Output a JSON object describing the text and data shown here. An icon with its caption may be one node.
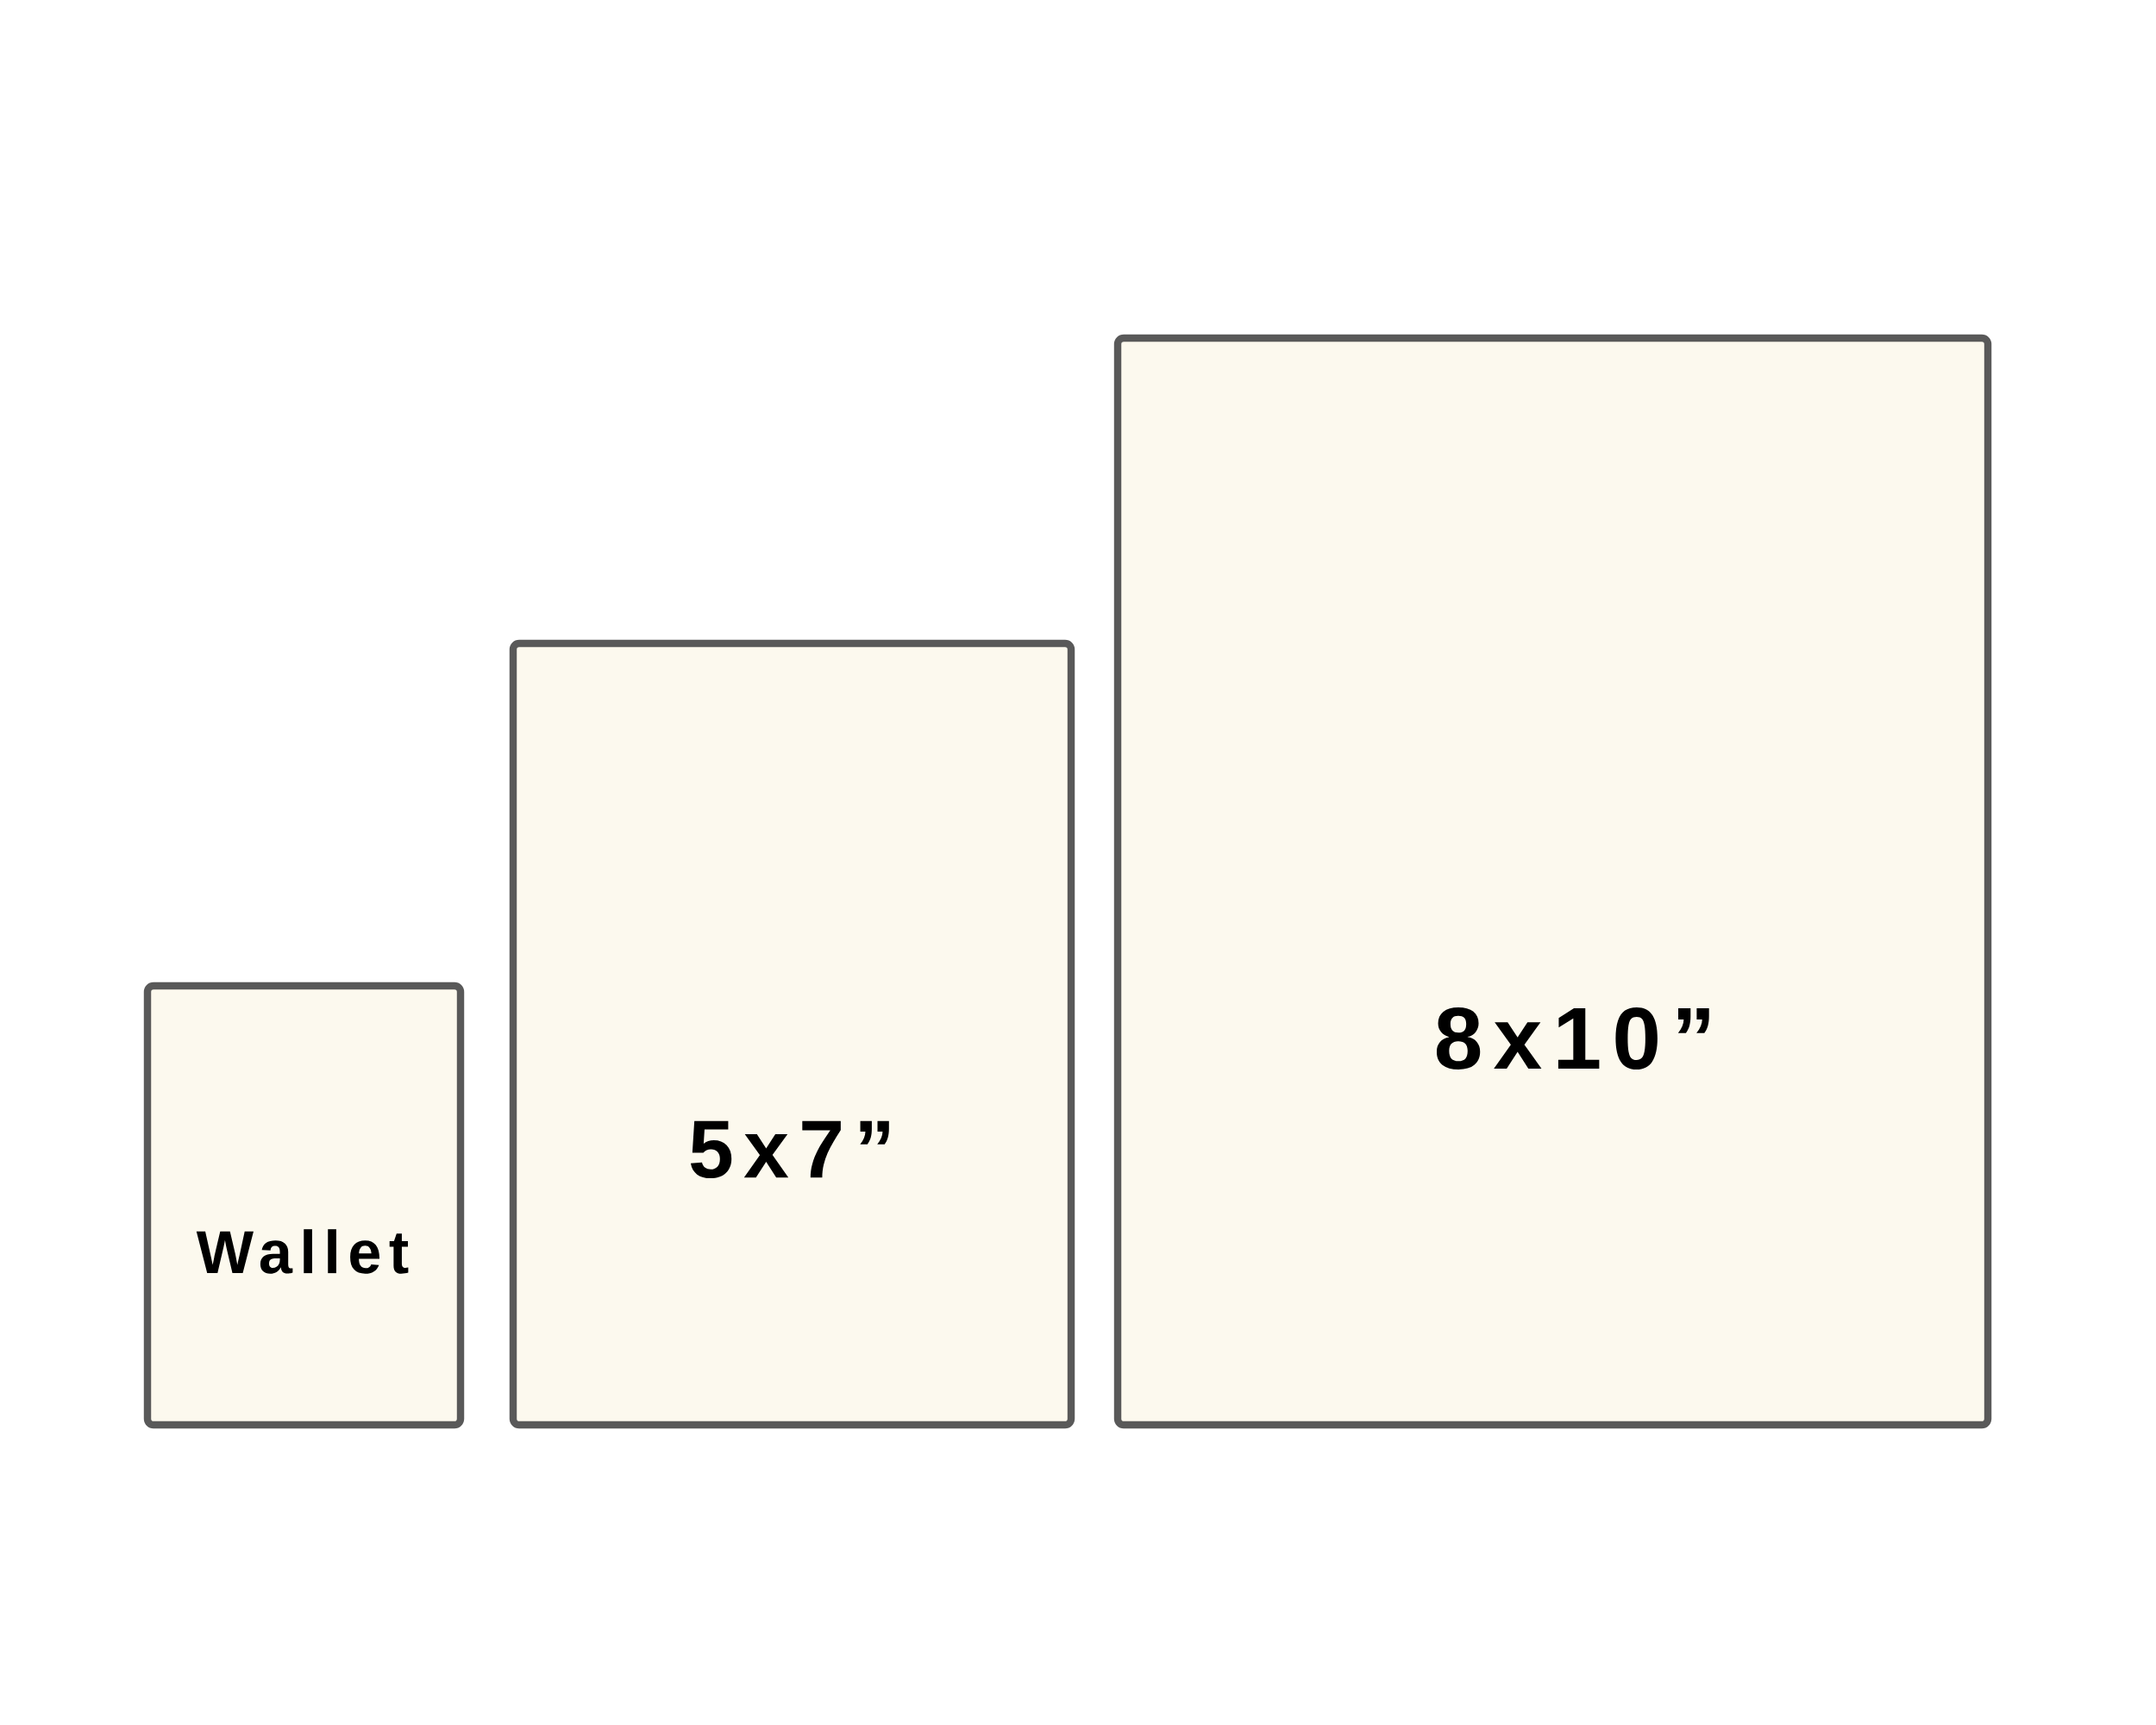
{
  "diagram": {
    "nodes": [
      {
        "text": [
          "Wallet"
        ]
      },
      {
        "text": [
          "5x7”"
        ]
      },
      {
        "text": [
          "8x10”"
        ]
      }
    ]
  }
}
